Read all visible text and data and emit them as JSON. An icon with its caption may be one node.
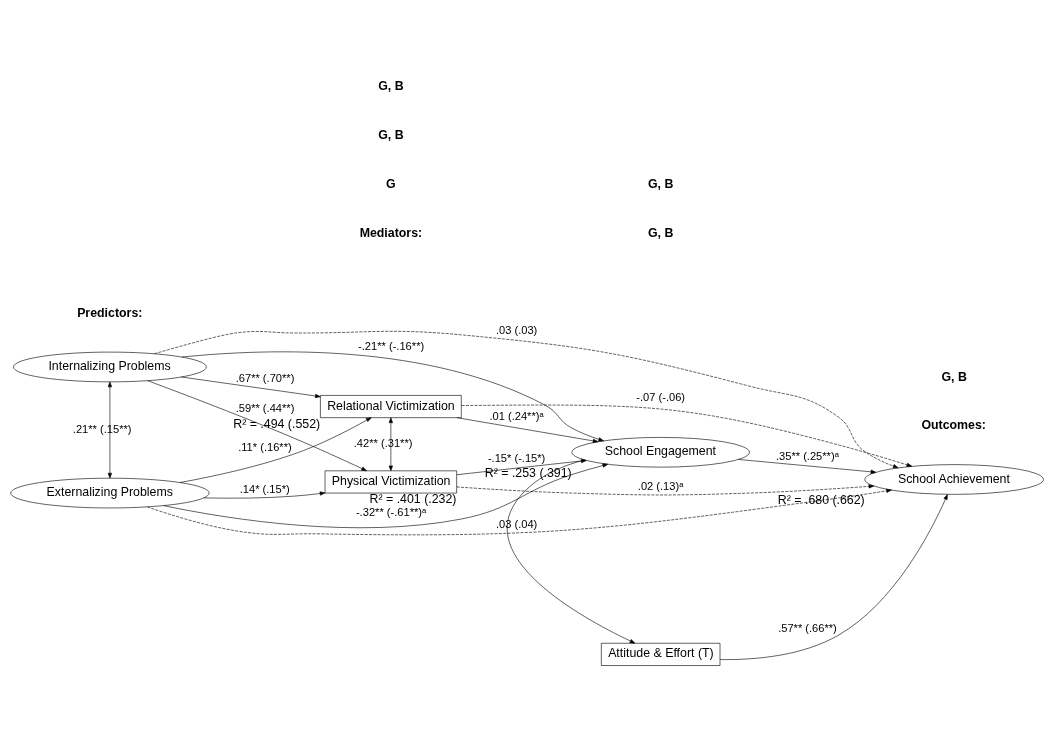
{
  "diagram": {
    "nodes": [
      {
        "text": [
          "Internalizing Problems"
        ]
      },
      {
        "text": [
          "Externalizing Problems"
        ]
      },
      {
        "text": [
          "Relational Victimization"
        ],
        "beside": [
          "R² = .494 (.552)"
        ]
      },
      {
        "text": [
          "Physical Victimization"
        ],
        "beside": [
          "R² = .401 (.232)"
        ]
      },
      {
        "text": [
          "School Engagement"
        ],
        "beside": [
          "R² = .253 (.391)"
        ]
      },
      {
        "text": [
          "School Achievement"
        ],
        "beside": [
          "R² = .680 (.662)"
        ]
      },
      {
        "text": [
          "Attitude & Effort (T)"
        ]
      }
    ],
    "edges": [
      {
        "from": 0,
        "to": 5,
        "arrow": "to",
        "label": ".03 (.03)",
        "style": "dashed"
      },
      {
        "from": 0,
        "to": 4,
        "arrow": "to",
        "label": "-.21** (-.16**)"
      },
      {
        "from": 0,
        "to": 2,
        "arrow": "to",
        "label": ".67** (.70**)"
      },
      {
        "from": 0,
        "to": 3,
        "arrow": "to",
        "label": ".59** (.44**)"
      },
      {
        "from": 0,
        "to": 1,
        "arrow": "both",
        "label": ".21** (.15**)"
      },
      {
        "from": 1,
        "to": 2,
        "arrow": "to",
        "label": ".11* (.16**)"
      },
      {
        "from": 1,
        "to": 3,
        "arrow": "to",
        "label": ".14* (.15*)"
      },
      {
        "from": 1,
        "to": 4,
        "arrow": "to",
        "label": "-.32** (-.61**)ᵃ"
      },
      {
        "from": 1,
        "to": 5,
        "arrow": "to",
        "label": ".03 (.04)",
        "style": "dashed"
      },
      {
        "from": 2,
        "to": 3,
        "arrow": "both",
        "label": ".42** (.31**)"
      },
      {
        "from": 2,
        "to": 4,
        "arrow": "to",
        "label": ".01 (.24**)ᵃ"
      },
      {
        "from": 2,
        "to": 5,
        "arrow": "to",
        "label": "-.07 (-.06)",
        "style": "dashed"
      },
      {
        "from": 3,
        "to": 4,
        "arrow": "to",
        "label": "-.15* (-.15*)"
      },
      {
        "from": 3,
        "to": 5,
        "arrow": "to",
        "label": ".02 (.13)ᵃ",
        "style": "dashed"
      },
      {
        "from": 4,
        "to": 5,
        "arrow": "to",
        "label": ".35** (.25**)ᵃ"
      },
      {
        "from": 4,
        "to": 6,
        "arrow": "to"
      },
      {
        "from": 6,
        "to": 5,
        "arrow": "to",
        "label": ".57** (.66**)"
      }
    ],
    "labels": [
      "Predictors:",
      "Mediators:",
      "Outcomes:",
      "G",
      "G, B",
      "G, B",
      "G, B",
      "G, B",
      "G, B"
    ]
  }
}
